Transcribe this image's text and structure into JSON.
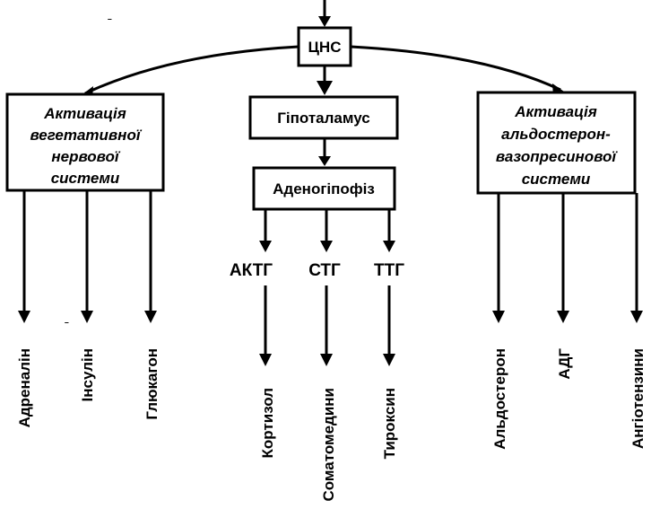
{
  "nodes": {
    "cns": "ЦНС",
    "hypothalamus": "Гіпоталамус",
    "adenohypophysis": "Аденогіпофіз",
    "left_box": [
      "Активація",
      "вегетативної",
      "нервової",
      "системи"
    ],
    "right_box": [
      "Активація",
      "альдостерон-",
      "вазопресинової",
      "системи"
    ]
  },
  "left_outputs": [
    "Адреналін",
    "Інсулін",
    "Глюкагон"
  ],
  "pituitary_hormones": [
    "АКТГ",
    "СТГ",
    "ТТГ"
  ],
  "pituitary_effects": [
    "Кортизол",
    "Соматомедини",
    "Тироксин"
  ],
  "right_outputs": [
    "Альдостерон",
    "АДГ",
    "Ангіотензини"
  ],
  "marks": {
    "tick": "˗"
  }
}
